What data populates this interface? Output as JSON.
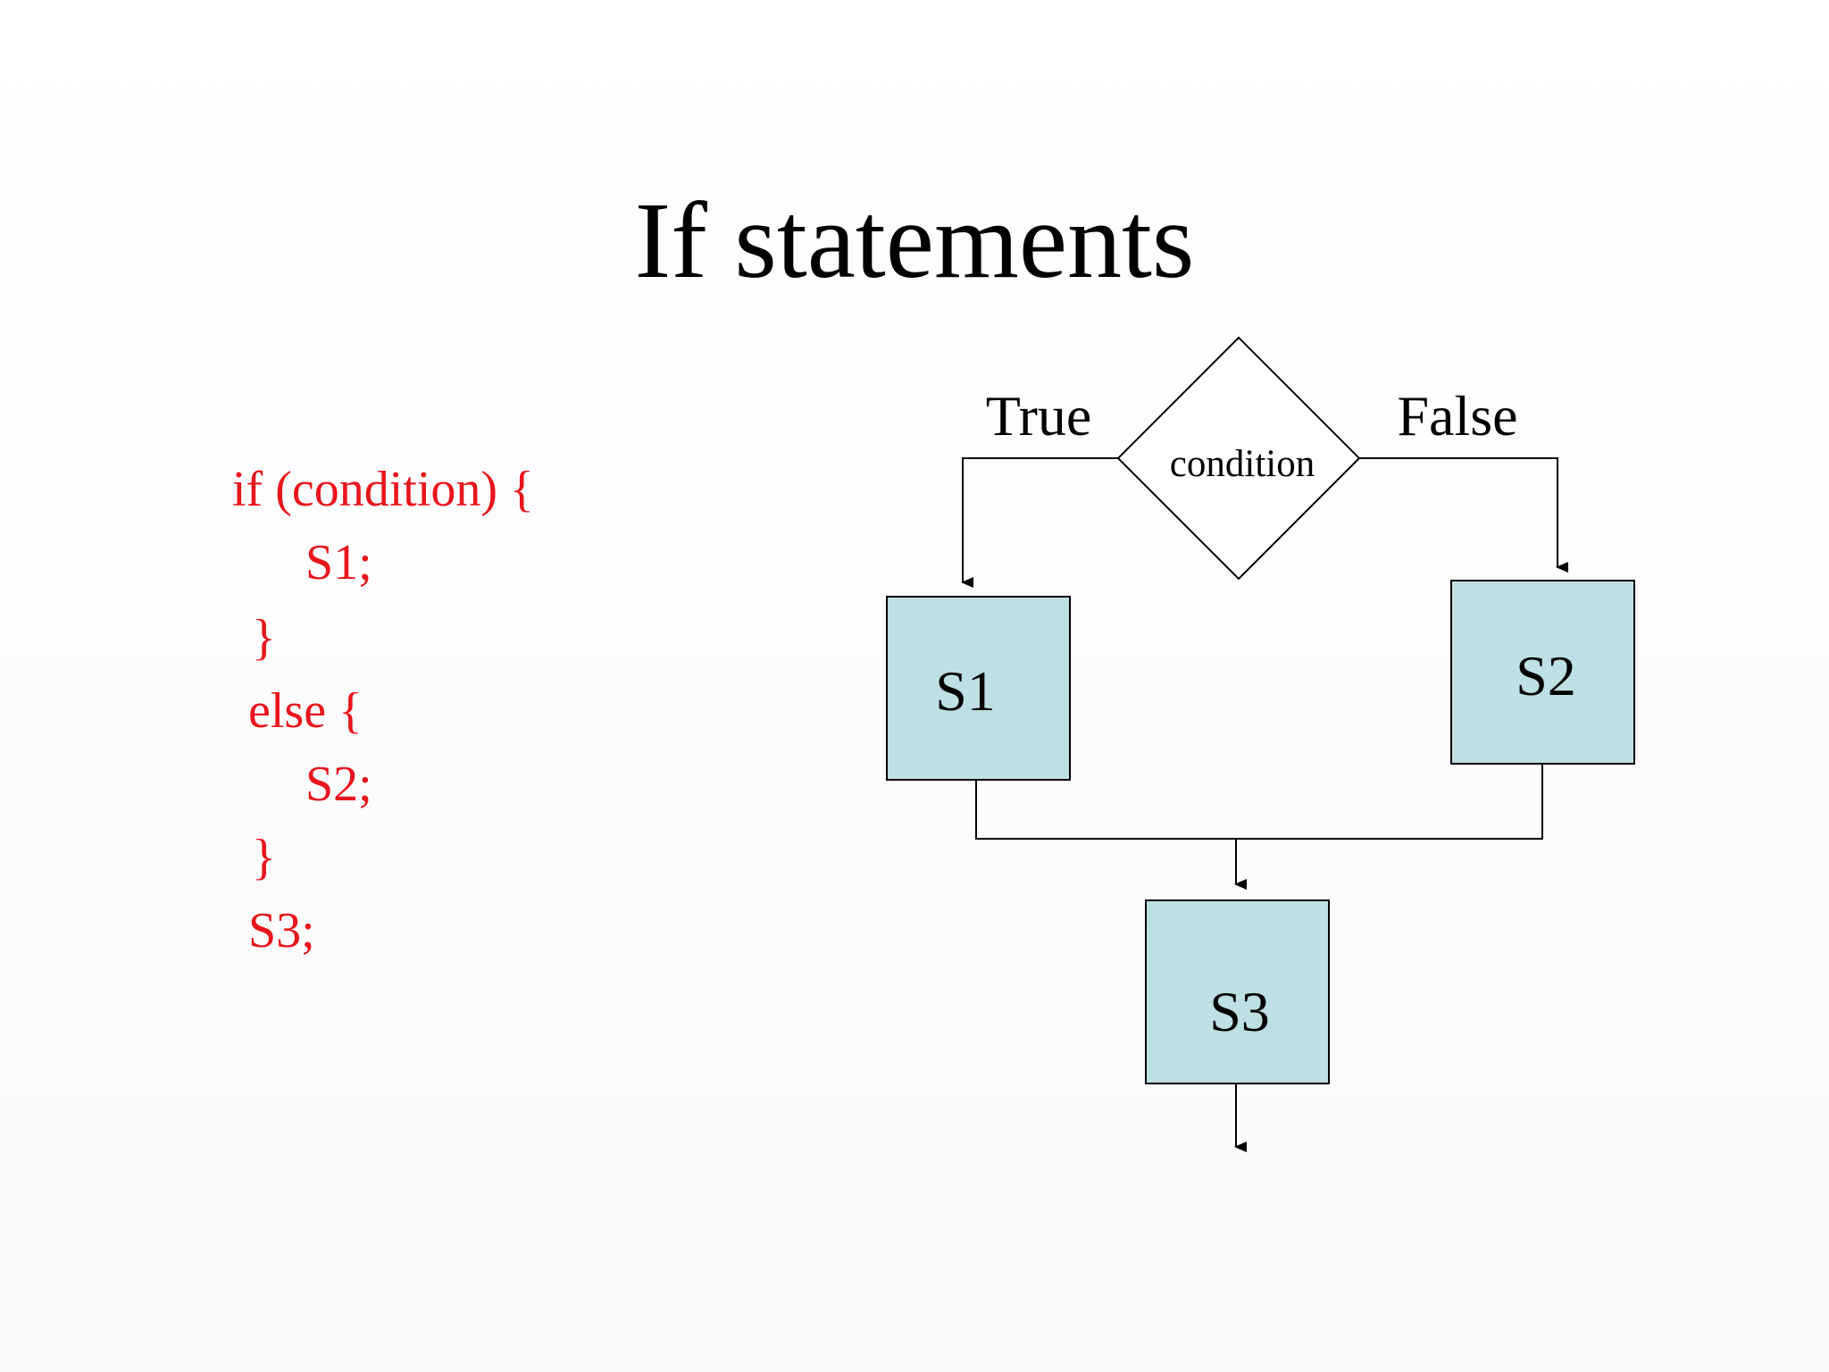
{
  "slide": {
    "title": "If statements"
  },
  "code": {
    "lines": [
      "if (condition) {",
      "S1;",
      "}",
      "else {",
      "S2;",
      "}",
      "S3;"
    ],
    "color": "#e8151b"
  },
  "flowchart": {
    "decision_label": "condition",
    "true_label": "True",
    "false_label": "False",
    "s1_label": "S1",
    "s2_label": "S2",
    "s3_label": "S3",
    "box_fill": "#bde0e4",
    "line_color": "#000000"
  }
}
